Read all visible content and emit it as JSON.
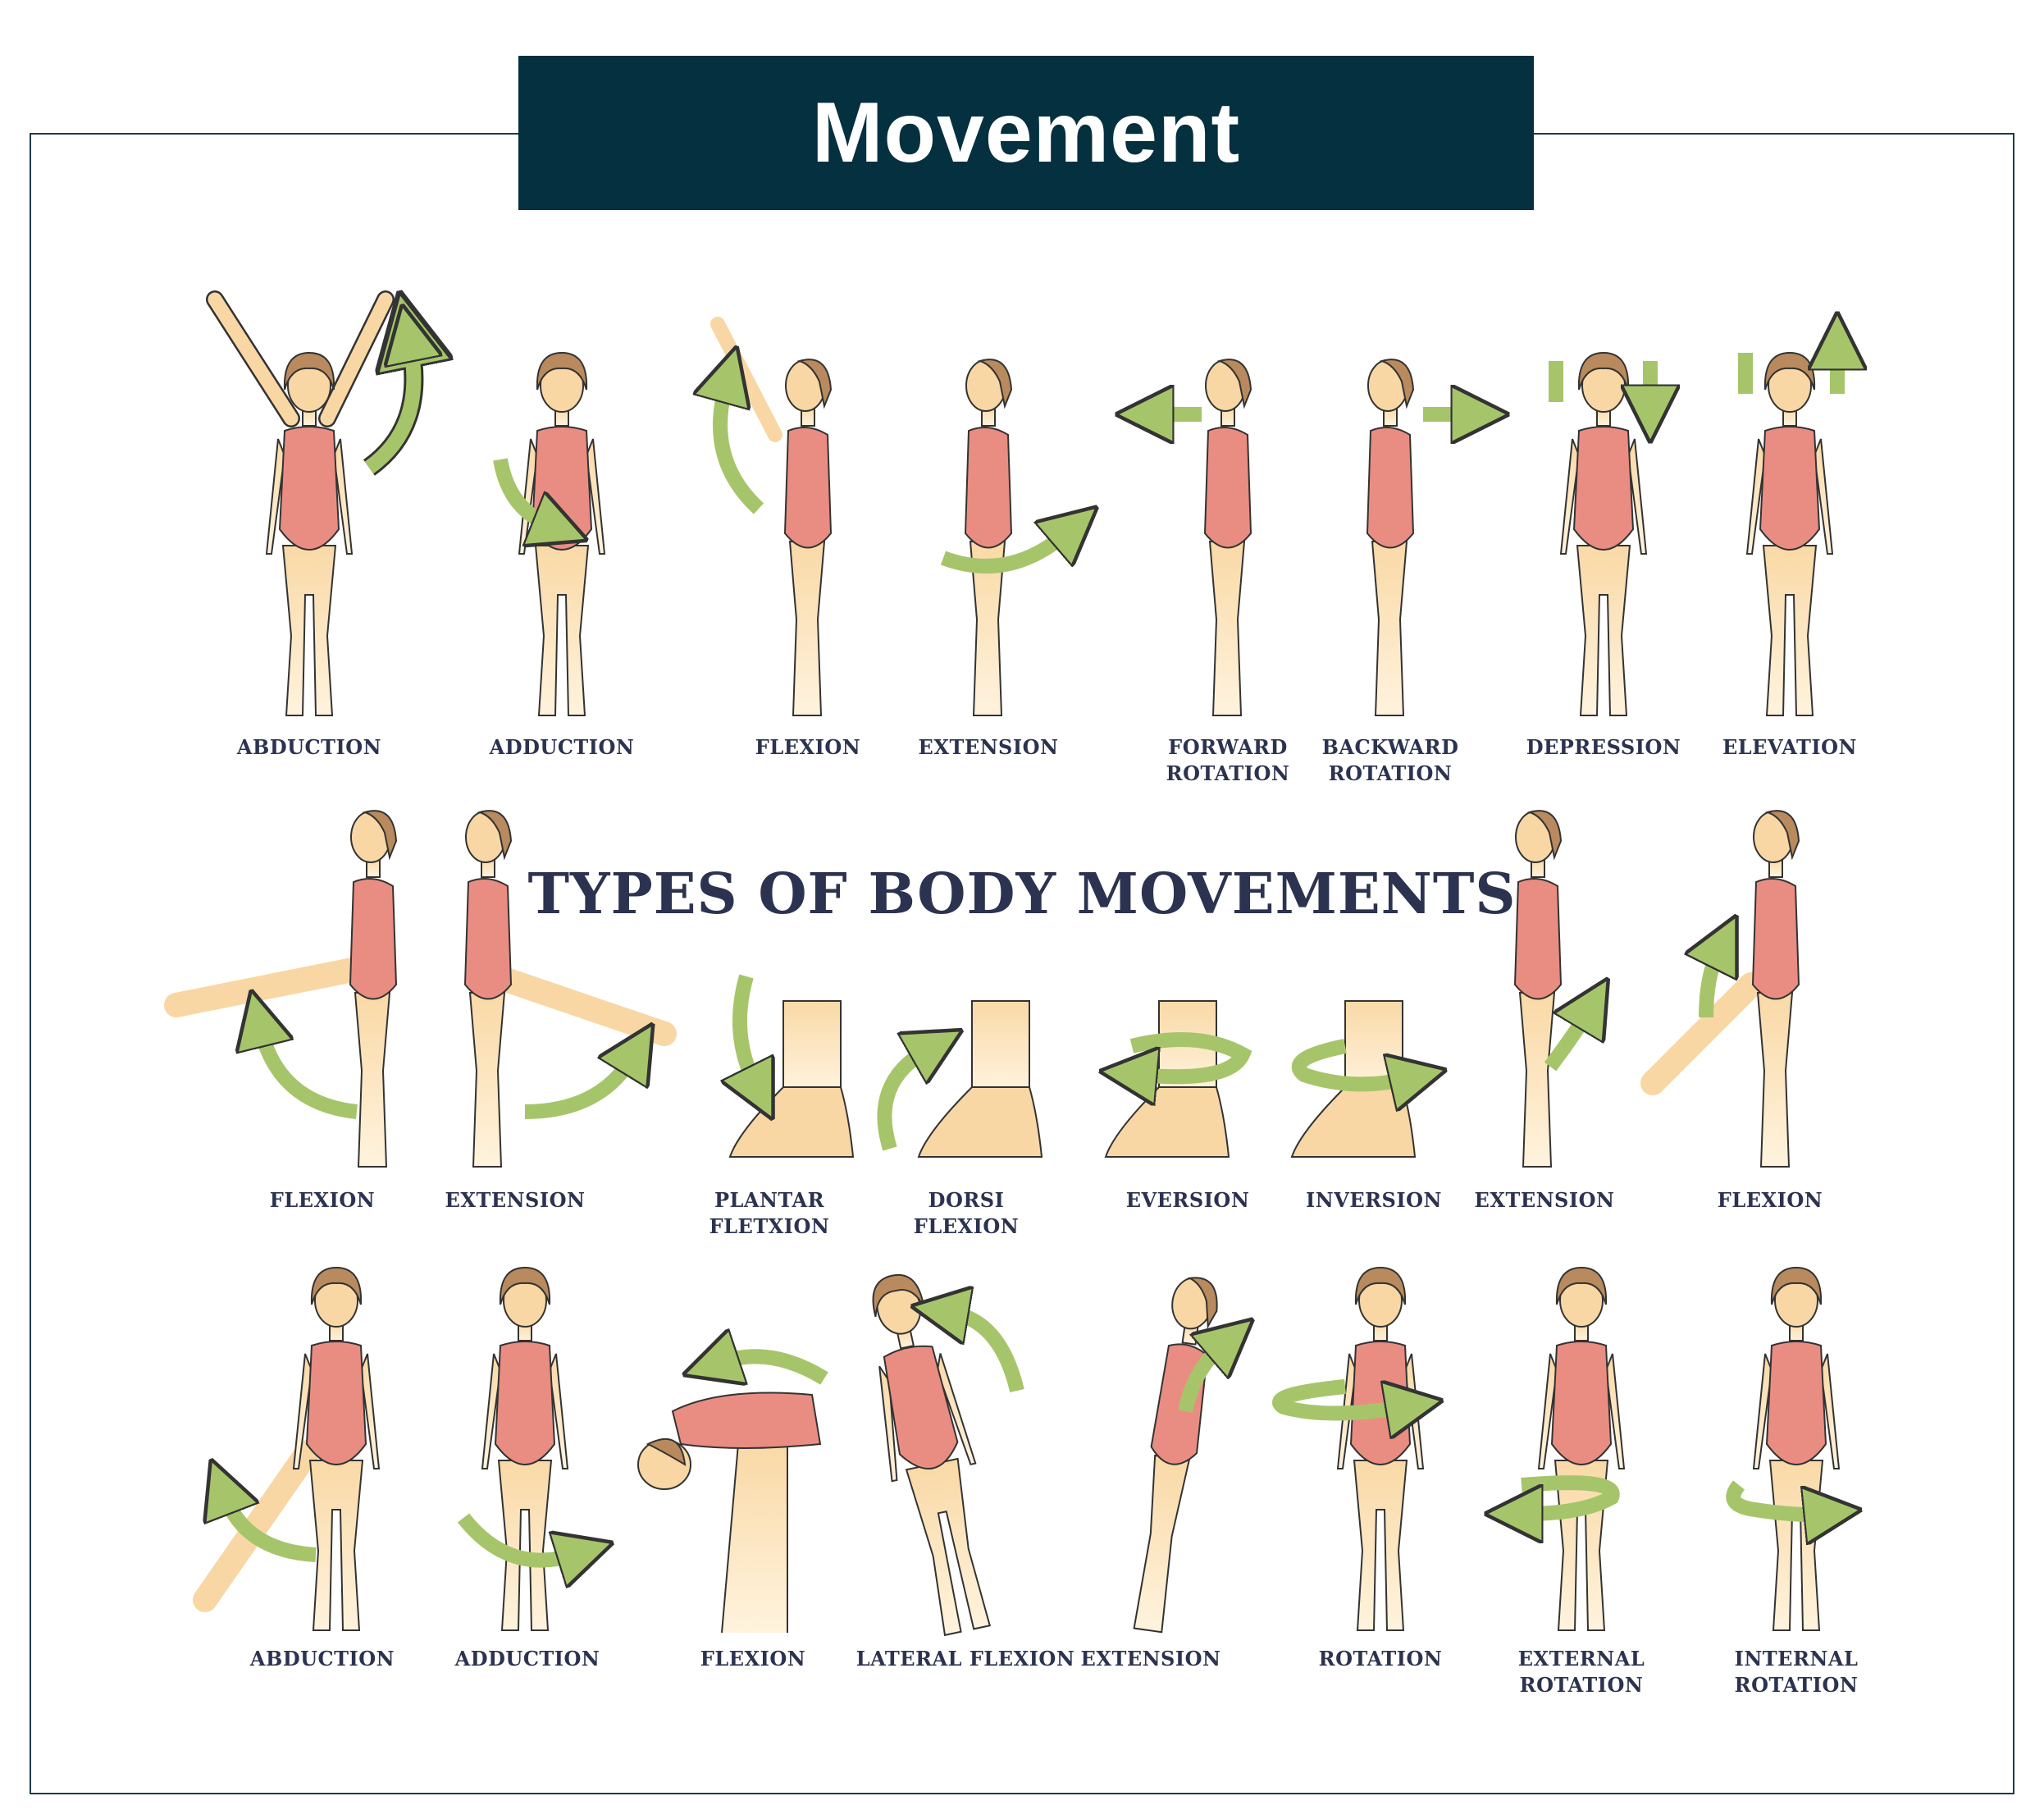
{
  "header": {
    "title": "Movement"
  },
  "subtitle": "TYPES OF BODY MOVEMENTS",
  "colors": {
    "banner": "#04303f",
    "skin": "#f8d7a4",
    "suit": "#e98d82",
    "hair": "#b88a5e",
    "arrow": "#a6c56a",
    "outline": "#333333",
    "label": "#2c3350"
  },
  "rows": [
    {
      "items": [
        {
          "label": "ABDUCTION"
        },
        {
          "label": "ADDUCTION"
        },
        {
          "label": "FLEXION"
        },
        {
          "label": "EXTENSION"
        },
        {
          "label": "FORWARD\nROTATION"
        },
        {
          "label": "BACKWARD\nROTATION"
        },
        {
          "label": "DEPRESSION"
        },
        {
          "label": "ELEVATION"
        }
      ]
    },
    {
      "items": [
        {
          "label": "FLEXION"
        },
        {
          "label": "EXTENSION"
        },
        {
          "label": "PLANTAR\nFLETXION"
        },
        {
          "label": "DORSI\nFLEXION"
        },
        {
          "label": "EVERSION"
        },
        {
          "label": "INVERSION"
        },
        {
          "label": "EXTENSION"
        },
        {
          "label": "FLEXION"
        }
      ]
    },
    {
      "items": [
        {
          "label": "ABDUCTION"
        },
        {
          "label": "ADDUCTION"
        },
        {
          "label": "FLEXION"
        },
        {
          "label": "LATERAL FLEXION"
        },
        {
          "label": "EXTENSION"
        },
        {
          "label": "ROTATION"
        },
        {
          "label": "EXTERNAL\nROTATION"
        },
        {
          "label": "INTERNAL\nROTATION"
        }
      ]
    }
  ]
}
